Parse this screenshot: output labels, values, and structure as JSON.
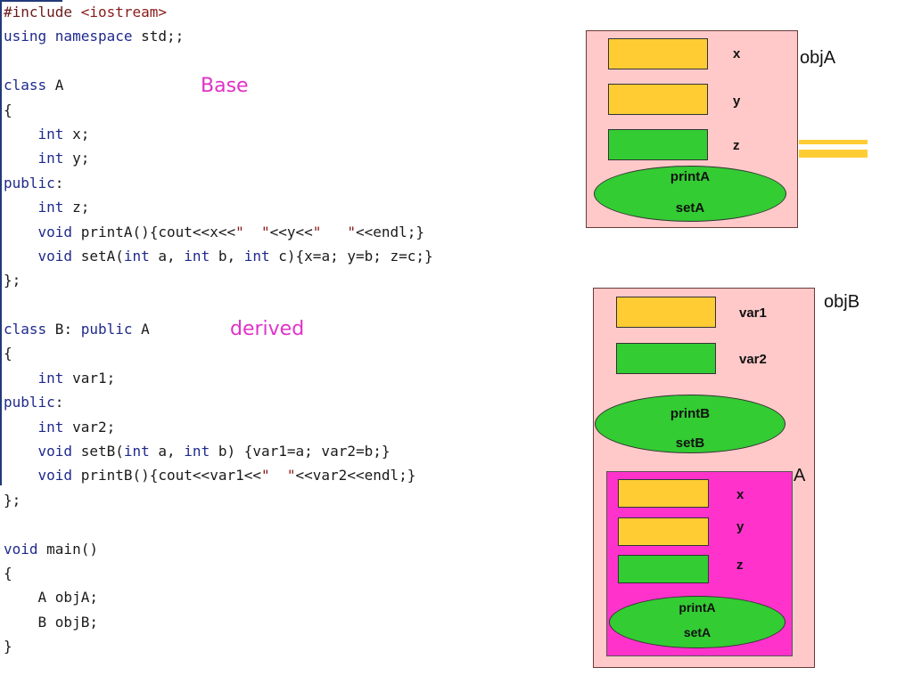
{
  "code_lines": [
    [
      {
        "t": "#include ",
        "c": "pp"
      },
      {
        "t": "<iostream>",
        "c": "str"
      }
    ],
    [
      {
        "t": "using namespace",
        "c": "kw"
      },
      {
        "t": " std;;",
        "c": ""
      }
    ],
    [
      {
        "t": "",
        "c": ""
      }
    ],
    [
      {
        "t": "class",
        "c": "kw"
      },
      {
        "t": " A",
        "c": ""
      }
    ],
    [
      {
        "t": "{",
        "c": ""
      }
    ],
    [
      {
        "t": "    ",
        "c": ""
      },
      {
        "t": "int",
        "c": "kw"
      },
      {
        "t": " x;",
        "c": ""
      }
    ],
    [
      {
        "t": "    ",
        "c": ""
      },
      {
        "t": "int",
        "c": "kw"
      },
      {
        "t": " y;",
        "c": ""
      }
    ],
    [
      {
        "t": "public",
        "c": "kw"
      },
      {
        "t": ":",
        "c": ""
      }
    ],
    [
      {
        "t": "    ",
        "c": ""
      },
      {
        "t": "int",
        "c": "kw"
      },
      {
        "t": " z;",
        "c": ""
      }
    ],
    [
      {
        "t": "    ",
        "c": ""
      },
      {
        "t": "void",
        "c": "kw"
      },
      {
        "t": " printA(){cout<<x<<",
        "c": ""
      },
      {
        "t": "\"  \"",
        "c": "str"
      },
      {
        "t": "<<y<<",
        "c": ""
      },
      {
        "t": "\"   \"",
        "c": "str"
      },
      {
        "t": "<<endl;}",
        "c": ""
      }
    ],
    [
      {
        "t": "    ",
        "c": ""
      },
      {
        "t": "void",
        "c": "kw"
      },
      {
        "t": " setA(",
        "c": ""
      },
      {
        "t": "int",
        "c": "kw"
      },
      {
        "t": " a, ",
        "c": ""
      },
      {
        "t": "int",
        "c": "kw"
      },
      {
        "t": " b, ",
        "c": ""
      },
      {
        "t": "int",
        "c": "kw"
      },
      {
        "t": " c){x=a; y=b; z=c;}",
        "c": ""
      }
    ],
    [
      {
        "t": "};",
        "c": ""
      }
    ],
    [
      {
        "t": "",
        "c": ""
      }
    ],
    [
      {
        "t": "class",
        "c": "kw"
      },
      {
        "t": " B: ",
        "c": ""
      },
      {
        "t": "public",
        "c": "kw"
      },
      {
        "t": " A",
        "c": ""
      }
    ],
    [
      {
        "t": "{",
        "c": ""
      }
    ],
    [
      {
        "t": "    ",
        "c": ""
      },
      {
        "t": "int",
        "c": "kw"
      },
      {
        "t": " var1;",
        "c": ""
      }
    ],
    [
      {
        "t": "public",
        "c": "kw"
      },
      {
        "t": ":",
        "c": ""
      }
    ],
    [
      {
        "t": "    ",
        "c": ""
      },
      {
        "t": "int",
        "c": "kw"
      },
      {
        "t": " var2;",
        "c": ""
      }
    ],
    [
      {
        "t": "    ",
        "c": ""
      },
      {
        "t": "void",
        "c": "kw"
      },
      {
        "t": " setB(",
        "c": ""
      },
      {
        "t": "int",
        "c": "kw"
      },
      {
        "t": " a, ",
        "c": ""
      },
      {
        "t": "int",
        "c": "kw"
      },
      {
        "t": " b) {var1=a; var2=b;}",
        "c": ""
      }
    ],
    [
      {
        "t": "    ",
        "c": ""
      },
      {
        "t": "void",
        "c": "kw"
      },
      {
        "t": " printB(){cout<<var1<<",
        "c": ""
      },
      {
        "t": "\"  \"",
        "c": "str"
      },
      {
        "t": "<<var2<<endl;}",
        "c": ""
      }
    ],
    [
      {
        "t": "};",
        "c": ""
      }
    ],
    [
      {
        "t": "",
        "c": ""
      }
    ],
    [
      {
        "t": "void",
        "c": "kw"
      },
      {
        "t": " main()",
        "c": ""
      }
    ],
    [
      {
        "t": "{",
        "c": ""
      }
    ],
    [
      {
        "t": "    A objA;",
        "c": ""
      }
    ],
    [
      {
        "t": "    B objB;",
        "c": ""
      }
    ],
    [
      {
        "t": "}",
        "c": ""
      }
    ]
  ],
  "annotations": {
    "base": "Base",
    "derived": "derived"
  },
  "objA": {
    "name": "objA",
    "members": {
      "x": "x",
      "y": "y",
      "z": "z"
    },
    "methods": {
      "print": "printA",
      "set": "setA"
    }
  },
  "objB": {
    "name": "objB",
    "members": {
      "var1": "var1",
      "var2": "var2"
    },
    "methods": {
      "print": "printB",
      "set": "setB"
    },
    "inner": {
      "name": "A",
      "members": {
        "x": "x",
        "y": "y",
        "z": "z"
      },
      "methods": {
        "print": "printA",
        "set": "setA"
      }
    }
  },
  "colors": {
    "object_box": "#ffc9c9",
    "inner_box": "#ff33cc",
    "private_member": "#ffcc33",
    "public_member": "#33cc33",
    "annotation": "#e032c8",
    "keyword": "#1f2a8c"
  }
}
